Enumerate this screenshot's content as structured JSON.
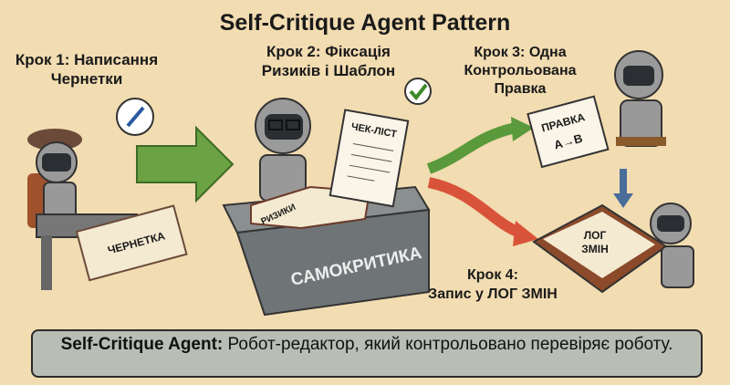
{
  "title": "Self-Critique Agent Pattern",
  "steps": {
    "step1": [
      "Крок 1: Написання",
      "Чернетки"
    ],
    "step2": [
      "Крок 2: Фіксація",
      "Ризиків і Шаблон"
    ],
    "step3": [
      "Крок 3: Одна",
      "Контрольована",
      "Правка"
    ],
    "step4": [
      "Крок 4:",
      "Запис у ЛОГ ЗМІН"
    ]
  },
  "props": {
    "scroll_label": "ЧЕРНЕТКА",
    "book_label": "РИЗИКИ",
    "checklist_label": "ЧЕК-ЛІСТ",
    "desk_label": "САМОКРИТИКА",
    "edit_note_label": "ПРАВКА",
    "edit_note_arrow": "A→B",
    "log_book_label": [
      "ЛОГ",
      "ЗМІН"
    ]
  },
  "caption": {
    "bold": "Self-Critique Agent:",
    "text": " Робот-редактор, який контрольовано перевіряє роботу."
  },
  "colors": {
    "background": "#f2dcb1",
    "green_arrow": "#5a9a3c",
    "red_arrow": "#d9533a",
    "caption_bg": "#b8bdb5"
  }
}
